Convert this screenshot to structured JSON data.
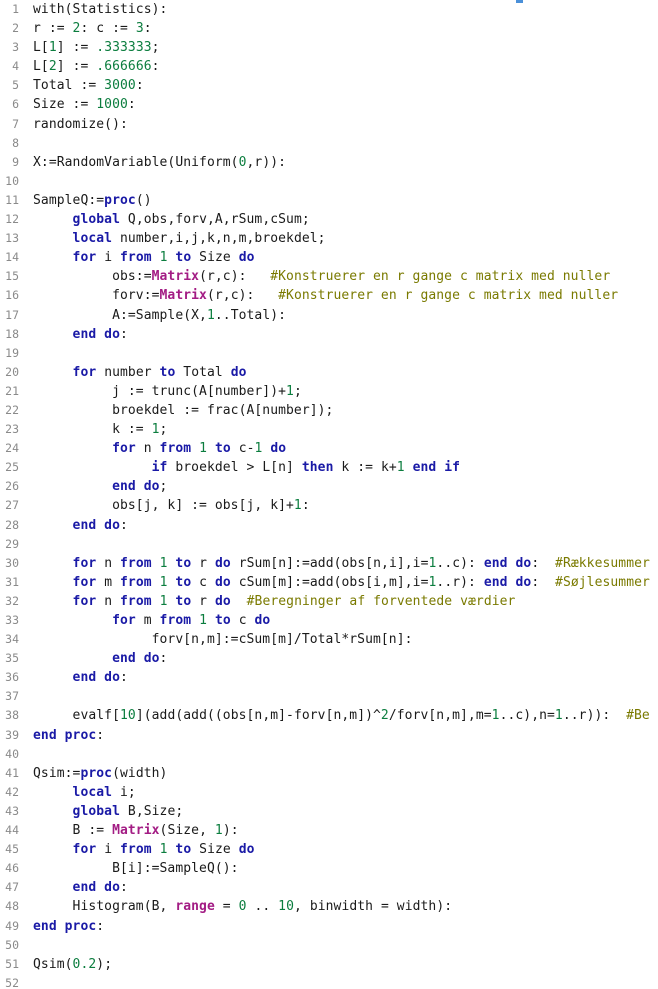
{
  "editor": {
    "lines": [
      [
        [
          "with(Statistics):",
          "p"
        ]
      ],
      [
        [
          "r := ",
          "p"
        ],
        [
          "2",
          "num"
        ],
        [
          ": c := ",
          "p"
        ],
        [
          "3",
          "num"
        ],
        [
          ":",
          "p"
        ]
      ],
      [
        [
          "L[",
          "p"
        ],
        [
          "1",
          "num"
        ],
        [
          "] := ",
          "p"
        ],
        [
          ".333333",
          "num"
        ],
        [
          ";",
          "p"
        ]
      ],
      [
        [
          "L[",
          "p"
        ],
        [
          "2",
          "num"
        ],
        [
          "] := ",
          "p"
        ],
        [
          ".666666",
          "num"
        ],
        [
          ":",
          "p"
        ]
      ],
      [
        [
          "Total := ",
          "p"
        ],
        [
          "3000",
          "num"
        ],
        [
          ":",
          "p"
        ]
      ],
      [
        [
          "Size := ",
          "p"
        ],
        [
          "1000",
          "num"
        ],
        [
          ":",
          "p"
        ]
      ],
      [
        [
          "randomize():",
          "p"
        ]
      ],
      [],
      [
        [
          "X:=RandomVariable(Uniform(",
          "p"
        ],
        [
          "0",
          "num"
        ],
        [
          ",r)):",
          "p"
        ]
      ],
      [],
      [
        [
          "SampleQ:=",
          "p"
        ],
        [
          "proc",
          "kw"
        ],
        [
          "()",
          "p"
        ]
      ],
      [
        [
          "     ",
          "p"
        ],
        [
          "global",
          "kw"
        ],
        [
          " Q,obs,forv,A,rSum,cSum;",
          "p"
        ]
      ],
      [
        [
          "     ",
          "p"
        ],
        [
          "local",
          "kw"
        ],
        [
          " number,i,j,k,n,m,broekdel;",
          "p"
        ]
      ],
      [
        [
          "     ",
          "p"
        ],
        [
          "for",
          "kw"
        ],
        [
          " i ",
          "p"
        ],
        [
          "from",
          "kw"
        ],
        [
          " ",
          "p"
        ],
        [
          "1",
          "num"
        ],
        [
          " ",
          "p"
        ],
        [
          "to",
          "kw"
        ],
        [
          " Size ",
          "p"
        ],
        [
          "do",
          "kw"
        ]
      ],
      [
        [
          "          obs:=",
          "p"
        ],
        [
          "Matrix",
          "fn"
        ],
        [
          "(r,c):   ",
          "p"
        ],
        [
          "#Konstruerer en r gange c matrix med nuller",
          "cm"
        ]
      ],
      [
        [
          "          forv:=",
          "p"
        ],
        [
          "Matrix",
          "fn"
        ],
        [
          "(r,c):   ",
          "p"
        ],
        [
          "#Konstruerer en r gange c matrix med nuller",
          "cm"
        ]
      ],
      [
        [
          "          A:=Sample(X,",
          "p"
        ],
        [
          "1",
          "num"
        ],
        [
          "..Total):",
          "p"
        ]
      ],
      [
        [
          "     ",
          "p"
        ],
        [
          "end do",
          "kw"
        ],
        [
          ":",
          "p"
        ]
      ],
      [],
      [
        [
          "     ",
          "p"
        ],
        [
          "for",
          "kw"
        ],
        [
          " number ",
          "p"
        ],
        [
          "to",
          "kw"
        ],
        [
          " Total ",
          "p"
        ],
        [
          "do",
          "kw"
        ]
      ],
      [
        [
          "          j := trunc(A[number])+",
          "p"
        ],
        [
          "1",
          "num"
        ],
        [
          ";",
          "p"
        ]
      ],
      [
        [
          "          broekdel := frac(A[number]);",
          "p"
        ]
      ],
      [
        [
          "          k := ",
          "p"
        ],
        [
          "1",
          "num"
        ],
        [
          ";",
          "p"
        ]
      ],
      [
        [
          "          ",
          "p"
        ],
        [
          "for",
          "kw"
        ],
        [
          " n ",
          "p"
        ],
        [
          "from",
          "kw"
        ],
        [
          " ",
          "p"
        ],
        [
          "1",
          "num"
        ],
        [
          " ",
          "p"
        ],
        [
          "to",
          "kw"
        ],
        [
          " c-",
          "p"
        ],
        [
          "1",
          "num"
        ],
        [
          " ",
          "p"
        ],
        [
          "do",
          "kw"
        ]
      ],
      [
        [
          "               ",
          "p"
        ],
        [
          "if",
          "kw"
        ],
        [
          " broekdel > L[n] ",
          "p"
        ],
        [
          "then",
          "kw"
        ],
        [
          " k := k+",
          "p"
        ],
        [
          "1",
          "num"
        ],
        [
          " ",
          "p"
        ],
        [
          "end if",
          "kw"
        ]
      ],
      [
        [
          "          ",
          "p"
        ],
        [
          "end do",
          "kw"
        ],
        [
          ";",
          "p"
        ]
      ],
      [
        [
          "          obs[j, k] := obs[j, k]+",
          "p"
        ],
        [
          "1",
          "num"
        ],
        [
          ":",
          "p"
        ]
      ],
      [
        [
          "     ",
          "p"
        ],
        [
          "end do",
          "kw"
        ],
        [
          ":",
          "p"
        ]
      ],
      [],
      [
        [
          "     ",
          "p"
        ],
        [
          "for",
          "kw"
        ],
        [
          " n ",
          "p"
        ],
        [
          "from",
          "kw"
        ],
        [
          " ",
          "p"
        ],
        [
          "1",
          "num"
        ],
        [
          " ",
          "p"
        ],
        [
          "to",
          "kw"
        ],
        [
          " r ",
          "p"
        ],
        [
          "do",
          "kw"
        ],
        [
          " rSum[n]:=add(obs[n,i],i=",
          "p"
        ],
        [
          "1",
          "num"
        ],
        [
          "..c): ",
          "p"
        ],
        [
          "end do",
          "kw"
        ],
        [
          ":  ",
          "p"
        ],
        [
          "#Rækkesummer",
          "cm"
        ]
      ],
      [
        [
          "     ",
          "p"
        ],
        [
          "for",
          "kw"
        ],
        [
          " m ",
          "p"
        ],
        [
          "from",
          "kw"
        ],
        [
          " ",
          "p"
        ],
        [
          "1",
          "num"
        ],
        [
          " ",
          "p"
        ],
        [
          "to",
          "kw"
        ],
        [
          " c ",
          "p"
        ],
        [
          "do",
          "kw"
        ],
        [
          " cSum[m]:=add(obs[i,m],i=",
          "p"
        ],
        [
          "1",
          "num"
        ],
        [
          "..r): ",
          "p"
        ],
        [
          "end do",
          "kw"
        ],
        [
          ":  ",
          "p"
        ],
        [
          "#Søjlesummer",
          "cm"
        ]
      ],
      [
        [
          "     ",
          "p"
        ],
        [
          "for",
          "kw"
        ],
        [
          " n ",
          "p"
        ],
        [
          "from",
          "kw"
        ],
        [
          " ",
          "p"
        ],
        [
          "1",
          "num"
        ],
        [
          " ",
          "p"
        ],
        [
          "to",
          "kw"
        ],
        [
          " r ",
          "p"
        ],
        [
          "do",
          "kw"
        ],
        [
          "  ",
          "p"
        ],
        [
          "#Beregninger af forventede værdier",
          "cm"
        ]
      ],
      [
        [
          "          ",
          "p"
        ],
        [
          "for",
          "kw"
        ],
        [
          " m ",
          "p"
        ],
        [
          "from",
          "kw"
        ],
        [
          " ",
          "p"
        ],
        [
          "1",
          "num"
        ],
        [
          " ",
          "p"
        ],
        [
          "to",
          "kw"
        ],
        [
          " c ",
          "p"
        ],
        [
          "do",
          "kw"
        ]
      ],
      [
        [
          "               forv[n,m]:=cSum[m]/Total*rSum[n]:",
          "p"
        ]
      ],
      [
        [
          "          ",
          "p"
        ],
        [
          "end do",
          "kw"
        ],
        [
          ":",
          "p"
        ]
      ],
      [
        [
          "     ",
          "p"
        ],
        [
          "end do",
          "kw"
        ],
        [
          ":",
          "p"
        ]
      ],
      [],
      [
        [
          "     evalf[",
          "p"
        ],
        [
          "10",
          "num"
        ],
        [
          "](add(add((obs[n,m]-forv[n,m])^",
          "p"
        ],
        [
          "2",
          "num"
        ],
        [
          "/forv[n,m],m=",
          "p"
        ],
        [
          "1",
          "num"
        ],
        [
          "..c),n=",
          "p"
        ],
        [
          "1",
          "num"
        ],
        [
          "..r)):  ",
          "p"
        ],
        [
          "#Be",
          "cm"
        ]
      ],
      [
        [
          "end proc",
          "kw"
        ],
        [
          ":",
          "p"
        ]
      ],
      [],
      [
        [
          "Qsim:=",
          "p"
        ],
        [
          "proc",
          "kw"
        ],
        [
          "(width)",
          "p"
        ]
      ],
      [
        [
          "     ",
          "p"
        ],
        [
          "local",
          "kw"
        ],
        [
          " i;",
          "p"
        ]
      ],
      [
        [
          "     ",
          "p"
        ],
        [
          "global",
          "kw"
        ],
        [
          " B,Size;",
          "p"
        ]
      ],
      [
        [
          "     B := ",
          "p"
        ],
        [
          "Matrix",
          "fn"
        ],
        [
          "(Size, ",
          "p"
        ],
        [
          "1",
          "num"
        ],
        [
          "):",
          "p"
        ]
      ],
      [
        [
          "     ",
          "p"
        ],
        [
          "for",
          "kw"
        ],
        [
          " i ",
          "p"
        ],
        [
          "from",
          "kw"
        ],
        [
          " ",
          "p"
        ],
        [
          "1",
          "num"
        ],
        [
          " ",
          "p"
        ],
        [
          "to",
          "kw"
        ],
        [
          " Size ",
          "p"
        ],
        [
          "do",
          "kw"
        ]
      ],
      [
        [
          "          B[i]:=SampleQ():",
          "p"
        ]
      ],
      [
        [
          "     ",
          "p"
        ],
        [
          "end do",
          "kw"
        ],
        [
          ":",
          "p"
        ]
      ],
      [
        [
          "     Histogram(B, ",
          "p"
        ],
        [
          "range",
          "fn"
        ],
        [
          " = ",
          "p"
        ],
        [
          "0",
          "num"
        ],
        [
          " .. ",
          "p"
        ],
        [
          "10",
          "num"
        ],
        [
          ", binwidth = width):",
          "p"
        ]
      ],
      [
        [
          "end proc",
          "kw"
        ],
        [
          ":",
          "p"
        ]
      ],
      [],
      [
        [
          "Qsim(",
          "p"
        ],
        [
          "0.2",
          "num"
        ],
        [
          ");",
          "p"
        ]
      ],
      []
    ],
    "colors": {
      "keyword": "#1a1aa6",
      "builtin": "#a31c84",
      "number": "#0b7d3e",
      "comment": "#7a7a00",
      "line_number": "#8a8a8a",
      "text": "#1a1a1a"
    }
  }
}
